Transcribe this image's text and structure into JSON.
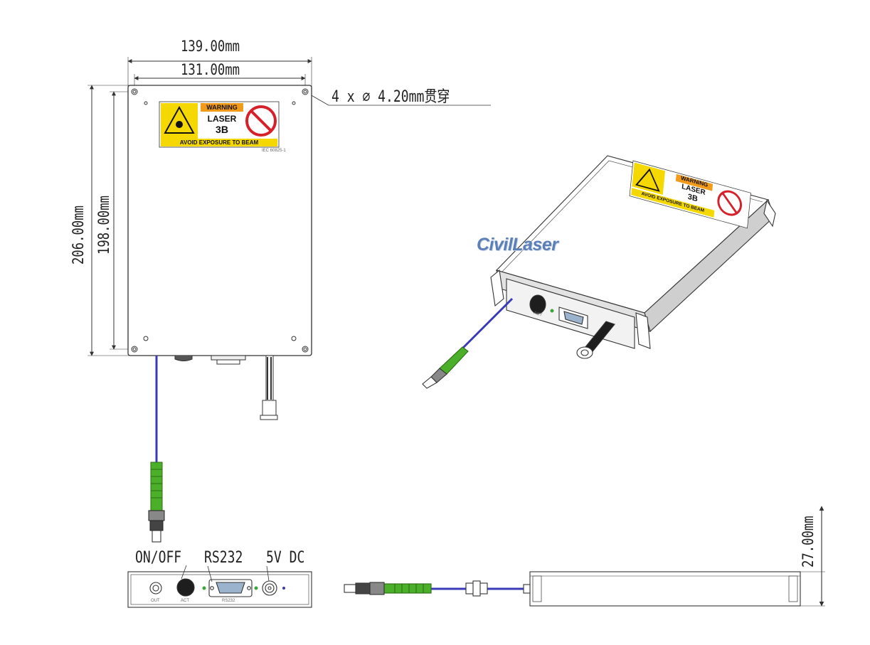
{
  "dimensions": {
    "width_outer": "139.00mm",
    "width_inner": "131.00mm",
    "height_outer": "206.00mm",
    "height_inner": "198.00mm",
    "holes": "4 x ∅ 4.20mm贯穿",
    "thickness": "27.00mm"
  },
  "warning_label": {
    "header": "WARNING",
    "line1": "LASER",
    "line2": "3B",
    "footer": "AVOID EXPOSURE TO BEAM",
    "code": "IEC 60825-1"
  },
  "front_panel": {
    "callouts": [
      "ON/OFF",
      "RS232",
      "5V DC"
    ],
    "port_labels": [
      "OUT",
      "ACT",
      "RS232"
    ]
  },
  "iso_view": {
    "port_label": "ACT"
  },
  "brand": {
    "prefix": "Civil",
    "suffix": "Laser",
    "colors": {
      "main": "#5b7fb6",
      "accent": "#e5322b"
    }
  },
  "colors": {
    "fiber": "#3b3bb7",
    "connector_green": "#4caf2a",
    "warning_yellow": "#f5d800",
    "warning_orange": "#f29a1a"
  }
}
